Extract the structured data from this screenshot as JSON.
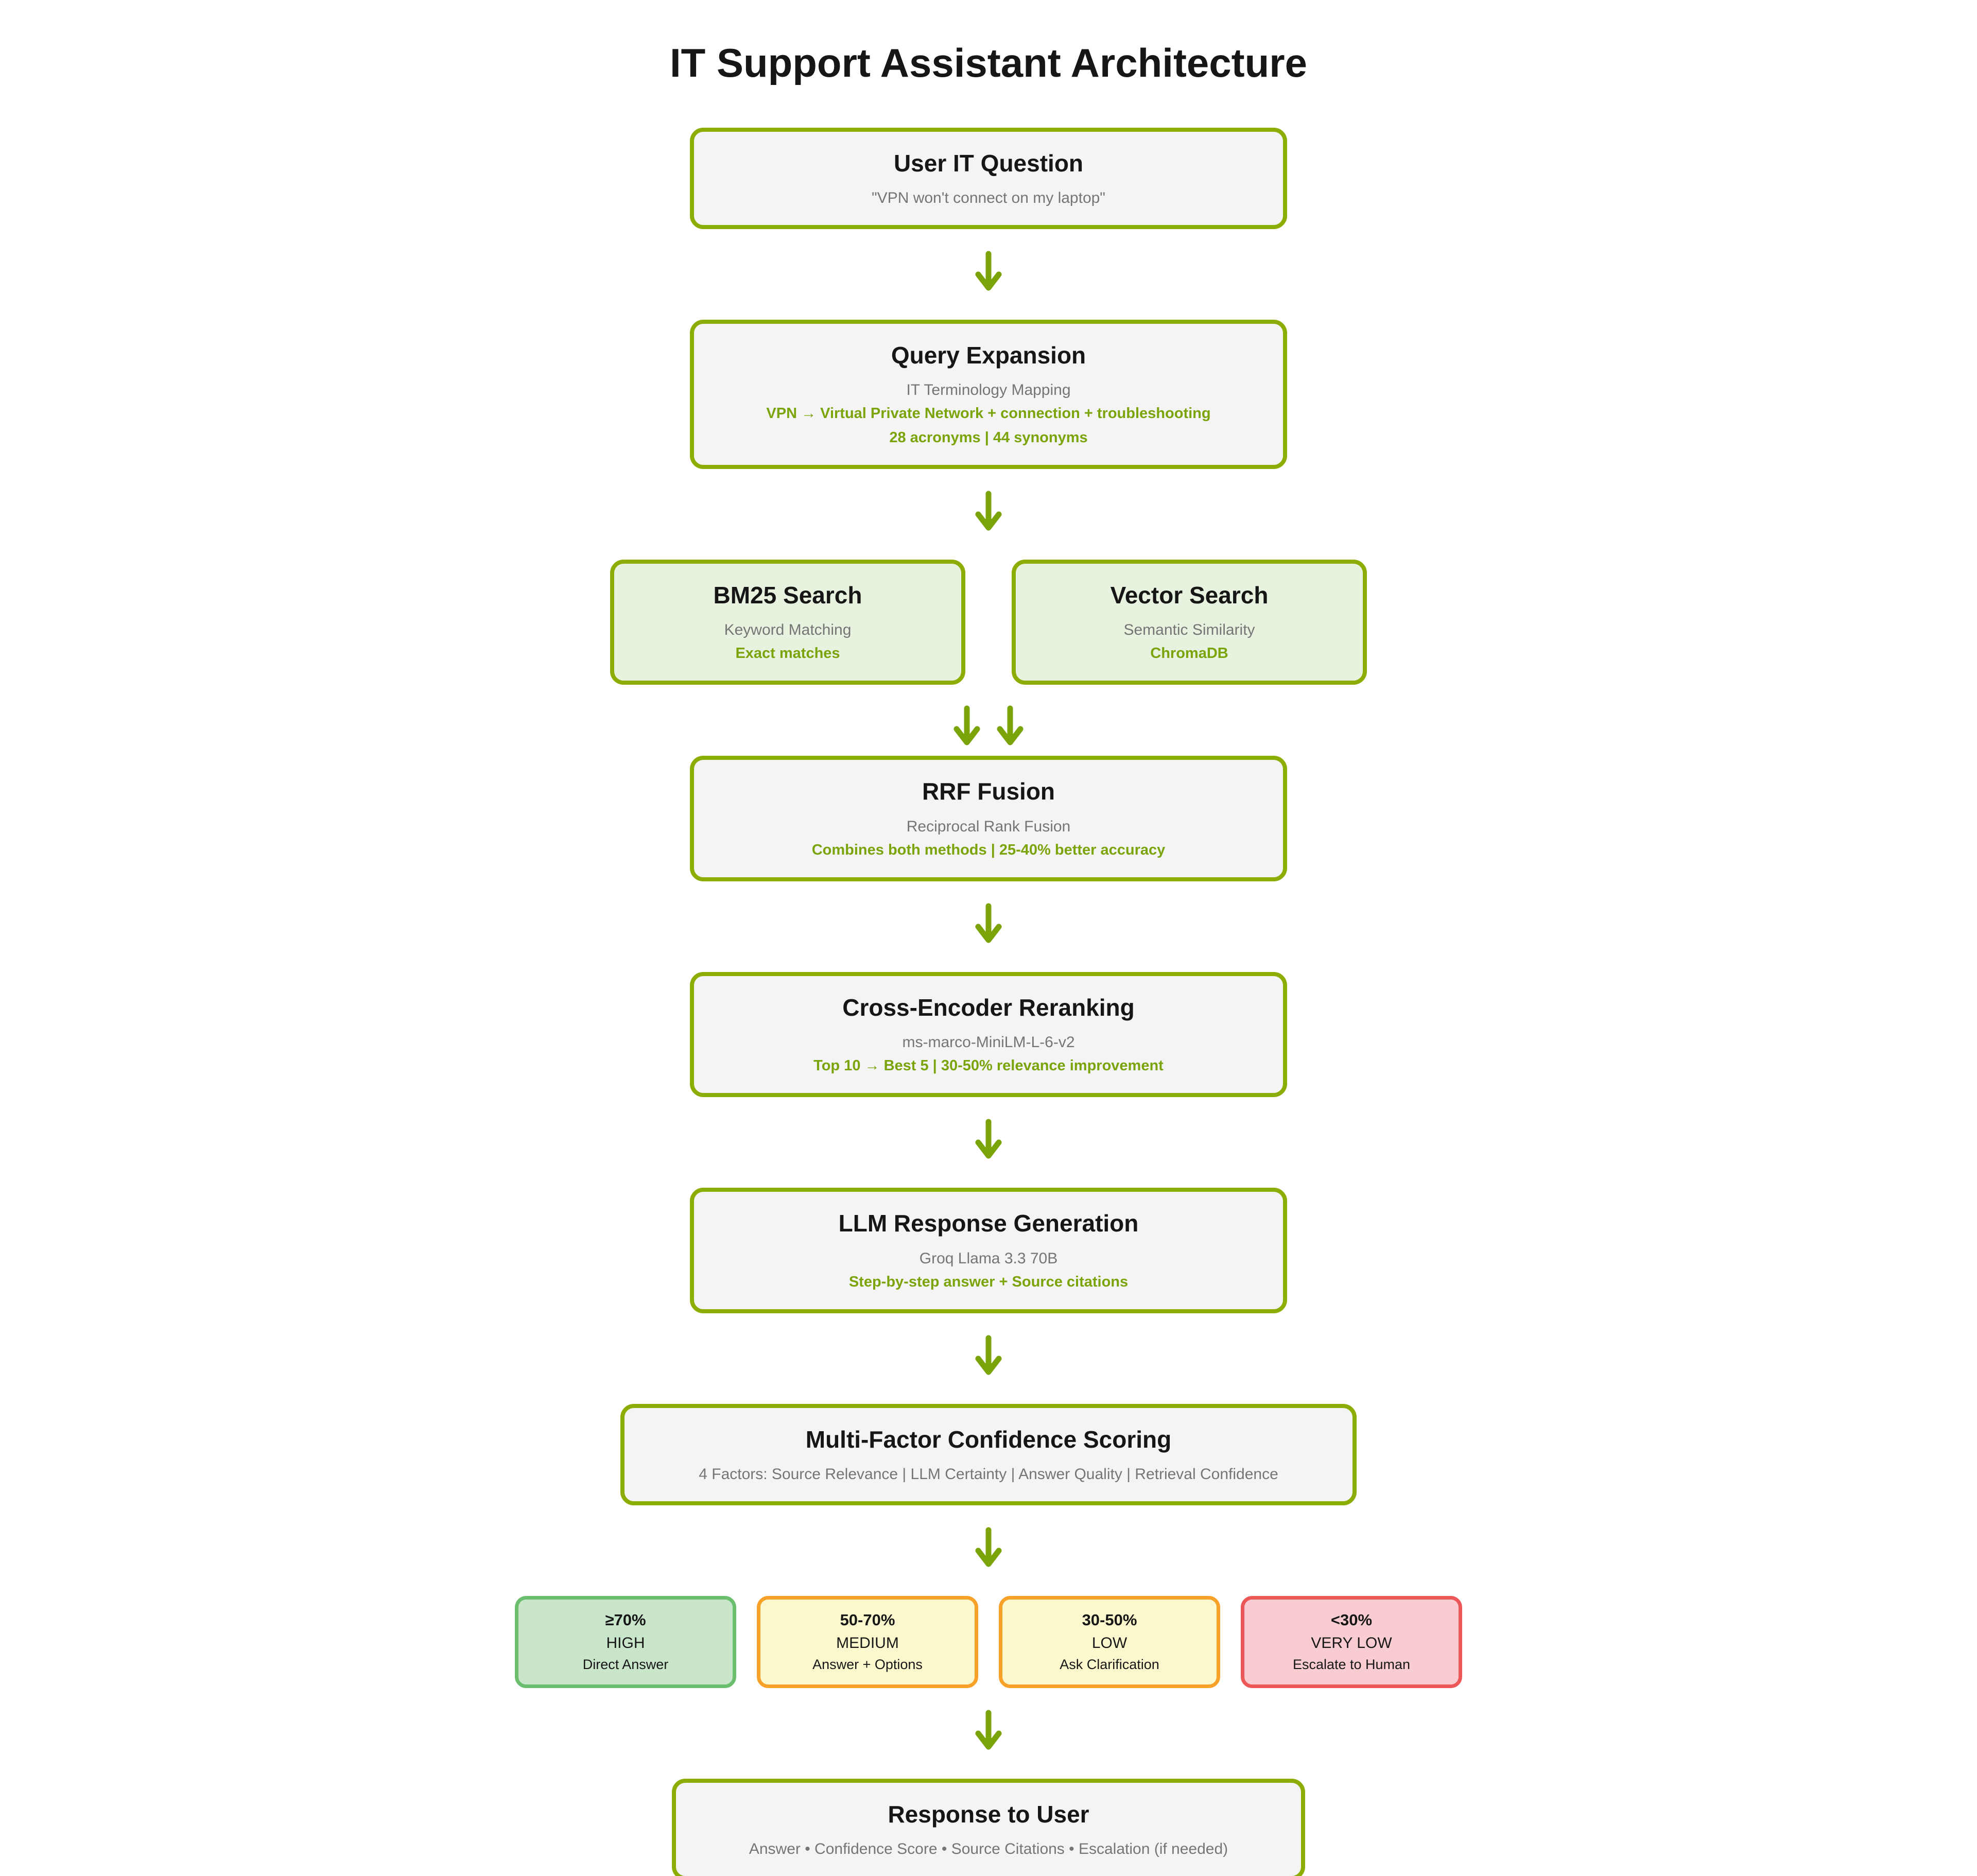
{
  "page_title": "IT Support Assistant Architecture",
  "colors": {
    "node_border": "#8cad04",
    "node_fill": "#f4f4f4",
    "search_fill": "#e7f2df",
    "arrow_green": "#7ba30a",
    "accent_text_green": "#7ba30a",
    "muted_text": "#757575",
    "high_fill": "#c9e6cb",
    "high_border": "#6abe6e",
    "warn_fill": "#fbf8cd",
    "warn_border": "#f7a128",
    "danger_fill": "#f8ccd0",
    "danger_border": "#ec5757"
  },
  "nodes": {
    "user_question": {
      "title": "User IT Question",
      "subtitle": "\"VPN won't connect on my laptop\""
    },
    "query_expansion": {
      "title": "Query Expansion",
      "subtitle": "IT Terminology Mapping",
      "detail1": "VPN → Virtual Private Network + connection + troubleshooting",
      "detail2": "28 acronyms | 44 synonyms"
    },
    "bm25_search": {
      "title": "BM25 Search",
      "subtitle": "Keyword Matching",
      "detail": "Exact matches"
    },
    "vector_search": {
      "title": "Vector Search",
      "subtitle": "Semantic Similarity",
      "detail": "ChromaDB"
    },
    "rrf_fusion": {
      "title": "RRF Fusion",
      "subtitle": "Reciprocal Rank Fusion",
      "detail": "Combines both methods | 25-40% better accuracy"
    },
    "reranking": {
      "title": "Cross-Encoder Reranking",
      "subtitle": "ms-marco-MiniLM-L-6-v2",
      "detail": "Top 10 → Best 5 | 30-50% relevance improvement"
    },
    "llm_generation": {
      "title": "LLM Response Generation",
      "subtitle": "Groq Llama 3.3 70B",
      "detail": "Step-by-step answer + Source citations"
    },
    "confidence_scoring": {
      "title": "Multi-Factor Confidence Scoring",
      "subtitle": "4 Factors: Source Relevance | LLM Certainty | Answer Quality | Retrieval Confidence"
    },
    "response": {
      "title": "Response to User",
      "subtitle": "Answer • Confidence Score • Source Citations • Escalation (if needed)"
    }
  },
  "levels": [
    {
      "range": "≥70%",
      "label": "HIGH",
      "action": "Direct Answer"
    },
    {
      "range": "50-70%",
      "label": "MEDIUM",
      "action": "Answer + Options"
    },
    {
      "range": "30-50%",
      "label": "LOW",
      "action": "Ask Clarification"
    },
    {
      "range": "<30%",
      "label": "VERY LOW",
      "action": "Escalate to Human"
    }
  ]
}
